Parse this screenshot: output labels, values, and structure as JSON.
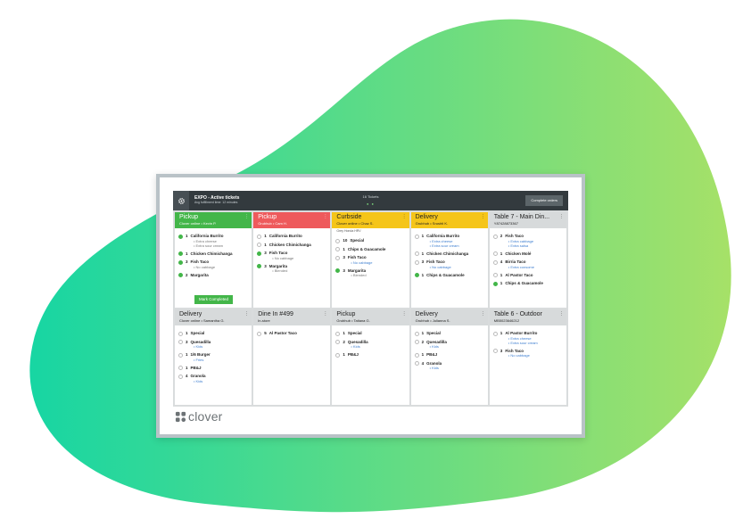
{
  "colors": {
    "green": "#43b649",
    "red": "#ee5a5c",
    "yellow": "#f5c519",
    "gray": "#d7dadb",
    "topbar": "#333a3e",
    "blob_start": "#17d6a3",
    "blob_end": "#a6e168"
  },
  "app": {
    "title": "EXPO - Active tickets",
    "subtitle": "Avg fulfillment time: 12 minutes",
    "tickets_count": "16 Tickets",
    "complete_button": "Complete orders",
    "settings_icon": "gear-icon"
  },
  "brand": {
    "name": "clover",
    "icon": "clover-logo-icon"
  },
  "tickets": [
    {
      "title": "Pickup",
      "subtitle": "Clover online • Kevin P.",
      "color": "green",
      "items": [
        {
          "qty": "1",
          "name": "California Burrito",
          "done": true,
          "mods": [
            "Extra cheese",
            "Extra sour cream"
          ]
        },
        {
          "qty": "1",
          "name": "Chicken Chimichanga",
          "done": true,
          "mods": []
        },
        {
          "qty": "3",
          "name": "Fish Taco",
          "done": true,
          "mods": [
            "No cabbage"
          ]
        },
        {
          "qty": "2",
          "name": "Margarita",
          "done": true,
          "mods": []
        }
      ],
      "button": "Mark Completed"
    },
    {
      "title": "Pickup",
      "subtitle": "Grubhub • Cam H.",
      "color": "red",
      "items": [
        {
          "qty": "1",
          "name": "California Burrito",
          "done": false,
          "mods": []
        },
        {
          "qty": "1",
          "name": "Chicken Chimichanga",
          "done": false,
          "mods": []
        },
        {
          "qty": "3",
          "name": "Fish Taco",
          "done": true,
          "mods": [
            "No cabbage"
          ]
        },
        {
          "qty": "3",
          "name": "Margarita",
          "done": true,
          "mods": [
            "Blended"
          ]
        }
      ]
    },
    {
      "title": "Curbside",
      "subtitle": "Clover online • Chaz S.",
      "color": "yellow",
      "note": "Grey Honda HRV",
      "items": [
        {
          "qty": "10",
          "name": "Special",
          "done": false,
          "mods": []
        },
        {
          "qty": "1",
          "name": "Chips & Guacamole",
          "done": false,
          "mods": []
        },
        {
          "qty": "3",
          "name": "Fish Taco",
          "done": false,
          "mods": [
            "No cabbage"
          ],
          "blue": true
        },
        {
          "qty": "3",
          "name": "Margarita",
          "done": true,
          "mods": [
            "Blended"
          ]
        }
      ]
    },
    {
      "title": "Delivery",
      "subtitle": "Grubhub • Srushti K.",
      "color": "yellow",
      "items": [
        {
          "qty": "1",
          "name": "California Burrito",
          "done": false,
          "mods": [
            "Extra cheese",
            "Extra sour cream"
          ],
          "blue": true
        },
        {
          "qty": "1",
          "name": "Chicken Chimichanga",
          "done": false,
          "mods": []
        },
        {
          "qty": "3",
          "name": "Fish Taco",
          "done": false,
          "mods": [
            "No cabbage"
          ],
          "blue": true
        },
        {
          "qty": "1",
          "name": "Chips & Guacamole",
          "done": true,
          "mods": []
        }
      ]
    },
    {
      "title": "Table 7 - Main Din...",
      "subtitle": "Y87428873367",
      "color": "gray",
      "items": [
        {
          "qty": "2",
          "name": "Fish Taco",
          "done": false,
          "mods": [
            "Extra cabbage",
            "Extra salsa"
          ],
          "blue": true
        },
        {
          "qty": "1",
          "name": "Chicken Molé",
          "done": false,
          "mods": []
        },
        {
          "qty": "4",
          "name": "Birria Taco",
          "done": false,
          "mods": [
            "Extra consome"
          ],
          "blue": true
        },
        {
          "qty": "1",
          "name": "Al Pastor Taco",
          "done": false,
          "mods": []
        },
        {
          "qty": "1",
          "name": "Chips & Guacamole",
          "done": true,
          "mods": []
        }
      ]
    },
    {
      "title": "Delivery",
      "subtitle": "Clover online • Samantha G.",
      "color": "gray",
      "items": [
        {
          "qty": "1",
          "name": "Special",
          "done": false,
          "mods": []
        },
        {
          "qty": "3",
          "name": "Quesadilla",
          "done": false,
          "mods": [
            "Kids"
          ],
          "blue": true
        },
        {
          "qty": "1",
          "name": "1/6 Burger",
          "done": false,
          "mods": [
            "Fries"
          ],
          "blue": true
        },
        {
          "qty": "1",
          "name": "PB&J",
          "done": false,
          "mods": []
        },
        {
          "qty": "4",
          "name": "Granola",
          "done": false,
          "mods": [
            "Kids"
          ],
          "blue": true
        }
      ]
    },
    {
      "title": "Dine In #499",
      "subtitle": "In-store",
      "color": "gray",
      "items": [
        {
          "qty": "5",
          "name": "Al Pastor Taco",
          "done": false,
          "mods": []
        }
      ]
    },
    {
      "title": "Pickup",
      "subtitle": "Grubhub • Tatiana G.",
      "color": "gray",
      "items": [
        {
          "qty": "1",
          "name": "Special",
          "done": false,
          "mods": []
        },
        {
          "qty": "2",
          "name": "Quesadilla",
          "done": false,
          "mods": [
            "Kids"
          ],
          "blue": true
        },
        {
          "qty": "1",
          "name": "PB&J",
          "done": false,
          "mods": []
        }
      ]
    },
    {
      "title": "Delivery",
      "subtitle": "Grubhub • Julianna S.",
      "color": "gray",
      "items": [
        {
          "qty": "1",
          "name": "Special",
          "done": false,
          "mods": []
        },
        {
          "qty": "2",
          "name": "Quesadilla",
          "done": false,
          "mods": [
            "Kids"
          ],
          "blue": true
        },
        {
          "qty": "1",
          "name": "PB&J",
          "done": false,
          "mods": []
        },
        {
          "qty": "4",
          "name": "Granola",
          "done": false,
          "mods": [
            "Kids"
          ],
          "blue": true
        }
      ]
    },
    {
      "title": "Table 6 - Outdoor",
      "subtitle": "MB5023646212",
      "color": "gray",
      "items": [
        {
          "qty": "1",
          "name": "Al Pastor Burrito",
          "done": false,
          "mods": [
            "Extra cheese",
            "Extra sour cream"
          ],
          "blue": true
        },
        {
          "qty": "3",
          "name": "Fish Taco",
          "done": false,
          "mods": [
            "No cabbage"
          ],
          "blue": true
        }
      ]
    }
  ]
}
